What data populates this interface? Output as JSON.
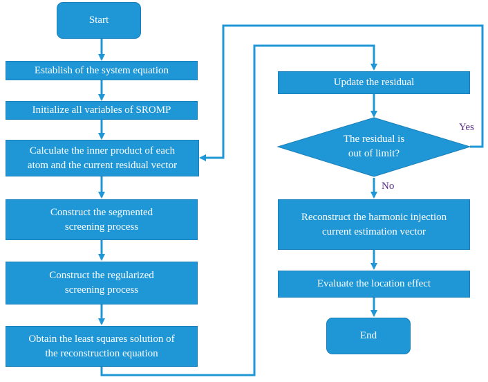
{
  "nodes": {
    "start": "Start",
    "establish": "Establish of the system equation",
    "initialize": "Initialize  all variables of SROMP",
    "inner_product": [
      "Calculate the inner product of each",
      "atom and the current residual vector"
    ],
    "segmented": [
      "Construct the segmented",
      "screening process"
    ],
    "regularized": [
      "Construct the regularized",
      "screening process"
    ],
    "least_squares": [
      "Obtain the least squares solution of",
      "the reconstruction equation"
    ],
    "update_residual": "Update the residual",
    "decision": [
      "The residual is",
      "out of limit?"
    ],
    "reconstruct": [
      "Reconstruct the harmonic injection",
      "current estimation vector"
    ],
    "evaluate": "Evaluate the location effect",
    "end": "End"
  },
  "edge_labels": {
    "yes": "Yes",
    "no": "No"
  },
  "colors": {
    "node_fill": "#1f97d6",
    "node_border": "#1a7fb8",
    "edge": "#1f97d6",
    "label": "#5b2a86"
  }
}
